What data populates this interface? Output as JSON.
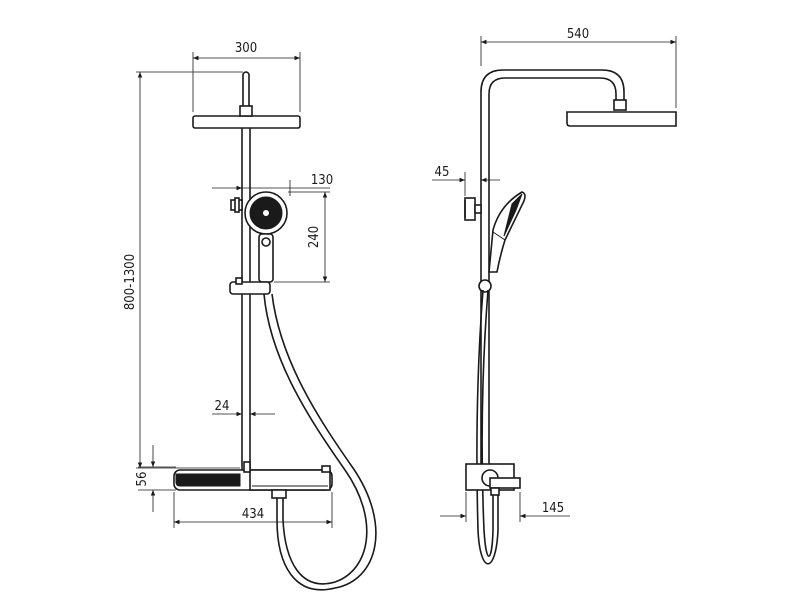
{
  "dimensions": {
    "head_width": "300",
    "total_depth": "540",
    "handshower_offset": "130",
    "handshower_length": "240",
    "wall_bracket_offset": "45",
    "height_range": "800-1300",
    "rail_diameter": "24",
    "shelf_height": "56",
    "shelf_width": "434",
    "shelf_depth": "145"
  }
}
